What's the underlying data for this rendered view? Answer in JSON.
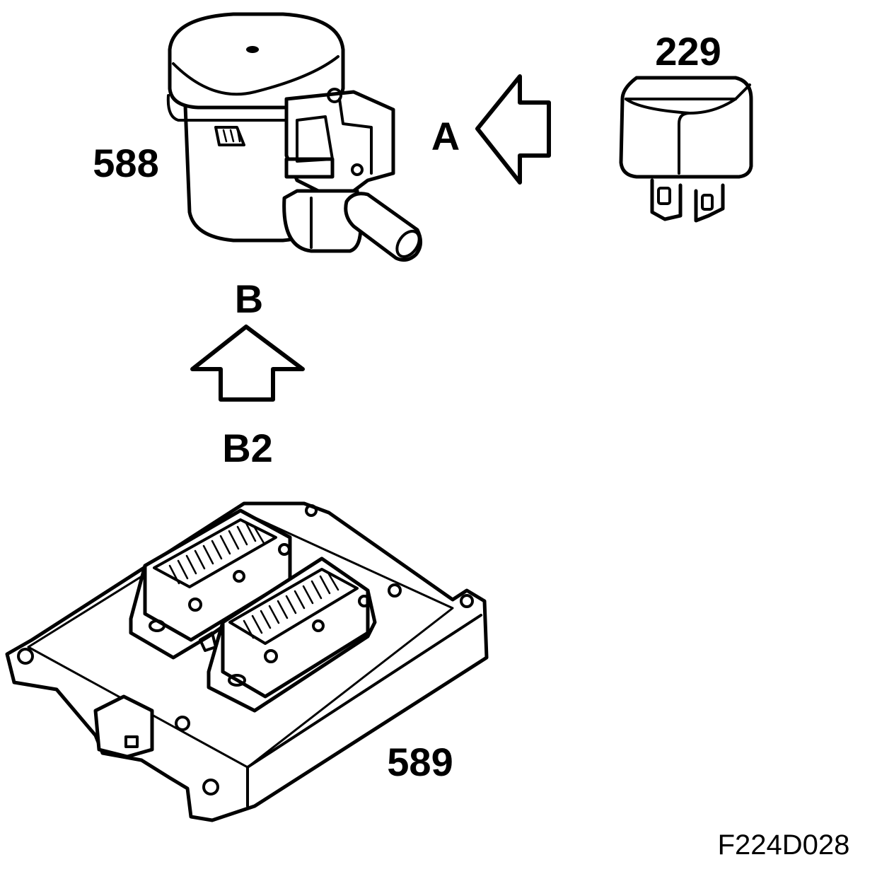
{
  "labels": {
    "valve": "588",
    "relay": "229",
    "view_a": "A",
    "view_b": "B",
    "connector_b2": "B2",
    "control_module": "589",
    "figure_ref": "F224D028"
  }
}
